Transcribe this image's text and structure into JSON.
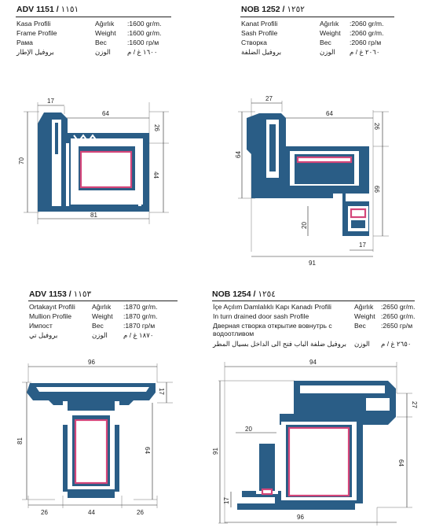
{
  "profiles": [
    {
      "code": "ADV 1151",
      "code_ar": "١١٥١",
      "rows": [
        {
          "label": "Kasa Profili",
          "weight_label": "Ağırlık",
          "weight": ":1600 gr/m."
        },
        {
          "label": "Frame Profile",
          "weight_label": "Weight",
          "weight": ":1600 gr/m."
        },
        {
          "label": "Рама",
          "weight_label": "Вес",
          "weight": ":1600 гр/м"
        },
        {
          "label": "بروفيل الإطار",
          "weight_label": "الوزن",
          "weight": "١٦٠٠ غ / م"
        }
      ],
      "dims": {
        "top_left": "17",
        "top": "64",
        "right_top": "26",
        "left": "70",
        "right": "44",
        "bottom": "81"
      }
    },
    {
      "code": "NOB 1252",
      "code_ar": "١٢٥٢",
      "rows": [
        {
          "label": "Kanat Profili",
          "weight_label": "Ağırlık",
          "weight": ":2060 gr/m."
        },
        {
          "label": "Sash Profile",
          "weight_label": "Weight",
          "weight": ":2060 gr/m."
        },
        {
          "label": "Створка",
          "weight_label": "Вес",
          "weight": ":2060 гр/м"
        },
        {
          "label": "بروفيل الضلفة",
          "weight_label": "الوزن",
          "weight": "٢٠٦٠ غ / م"
        }
      ],
      "dims": {
        "top_left": "27",
        "top": "64",
        "right_top": "26",
        "left": "64",
        "right": "66",
        "lower": "20",
        "bottom_right": "17",
        "bottom": "91"
      }
    },
    {
      "code": "ADV 1153",
      "code_ar": "١١٥٣",
      "rows": [
        {
          "label": "Ortakayıt Profili",
          "weight_label": "Ağırlık",
          "weight": ":1870 gr/m."
        },
        {
          "label": "Mullion Profile",
          "weight_label": "Weight",
          "weight": ":1870 gr/m."
        },
        {
          "label": "Импост",
          "weight_label": "Вес",
          "weight": ":1870 гр/м"
        },
        {
          "label": "بروفيل تي",
          "weight_label": "الوزن",
          "weight": "١٨٧٠ غ / م"
        }
      ],
      "dims": {
        "top": "96",
        "right_top": "17",
        "left": "81",
        "right": "64",
        "bottom_left": "26",
        "bottom_mid": "44",
        "bottom_right": "26"
      }
    },
    {
      "code": "NOB 1254",
      "code_ar": "١٢٥٤",
      "rows": [
        {
          "label": "İçe Açılım Damlalıklı Kapı Kanadı Profili",
          "weight_label": "Ağırlık",
          "weight": ":2650 gr/m."
        },
        {
          "label": "In turn  drained  door sash Profile",
          "weight_label": "Weight",
          "weight": ":2650 gr/m."
        },
        {
          "label": "Дверная створка открытие вовнутрь с водоотливом",
          "weight_label": "Вес",
          "weight": ":2650 гр/м"
        },
        {
          "label": "بروفيل ضلفة الباب فتح الى الداخل بسيال المطر",
          "weight_label": "الوزن",
          "weight": "٢٦٥٠ غ / م"
        }
      ],
      "dims": {
        "top": "94",
        "right_top": "27",
        "inner": "20",
        "left": "91",
        "right": "64",
        "bottom_left": "17",
        "bottom": "96"
      }
    }
  ],
  "colors": {
    "profile": "#2a5d86",
    "gasket": "#d4467a"
  }
}
